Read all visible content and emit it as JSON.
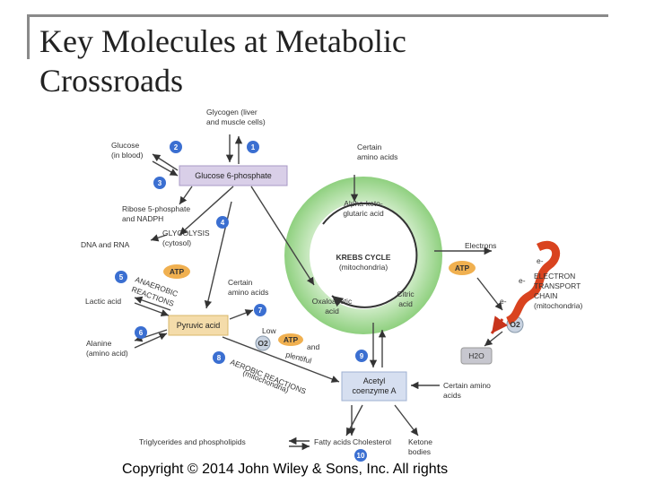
{
  "title": "Key Molecules at Metabolic Crossroads",
  "copyright": "Copyright © 2014 John Wiley & Sons, Inc. All rights",
  "diagram": {
    "glycogen": [
      "Glycogen (liver",
      "and muscle cells)"
    ],
    "glucose": [
      "Glucose",
      "(in blood)"
    ],
    "glucose6p": "Glucose 6-phosphate",
    "ribose": [
      "Ribose 5-phosphate",
      "and NADPH"
    ],
    "dna_rna": "DNA and RNA",
    "glycolysis": [
      "GLYCOLYSIS",
      "(cytosol)"
    ],
    "atp": "ATP",
    "anaerobic": [
      "ANAEROBIC",
      "REACTIONS"
    ],
    "lactic": "Lactic acid",
    "certain_amino_mid": [
      "Certain",
      "amino acids"
    ],
    "pyruvic": "Pyruvic acid",
    "alanine": [
      "Alanine",
      "(amino acid)"
    ],
    "low_o2": [
      "Low",
      "and",
      "plentiful"
    ],
    "o2": "O2",
    "aerobic": [
      "AEROBIC REACTIONS",
      "(mitochondria)"
    ],
    "krebs": [
      "KREBS CYCLE",
      "(mitochondria)"
    ],
    "alpha_keto": [
      "Alpha-keto-",
      "glutaric acid"
    ],
    "oxaloacetic": [
      "Oxaloacetic",
      "acid"
    ],
    "citric": [
      "Citric",
      "acid"
    ],
    "certain_amino_top": [
      "Certain",
      "amino acids"
    ],
    "electrons": "Electrons",
    "etc": [
      "ELECTRON",
      "TRANSPORT",
      "CHAIN",
      "(mitochondria)"
    ],
    "e_minus": "e-",
    "h2o": "H2O",
    "acetyl": [
      "Acetyl",
      "coenzyme A"
    ],
    "certain_amino_right": [
      "Certain amino",
      "acids"
    ],
    "triglycerides": "Triglycerides and phospholipids",
    "fatty": "Fatty acids",
    "cholesterol": "Cholesterol",
    "ketone": [
      "Ketone",
      "bodies"
    ],
    "steps": [
      "1",
      "2",
      "3",
      "4",
      "5",
      "6",
      "7",
      "8",
      "9",
      "10"
    ]
  }
}
